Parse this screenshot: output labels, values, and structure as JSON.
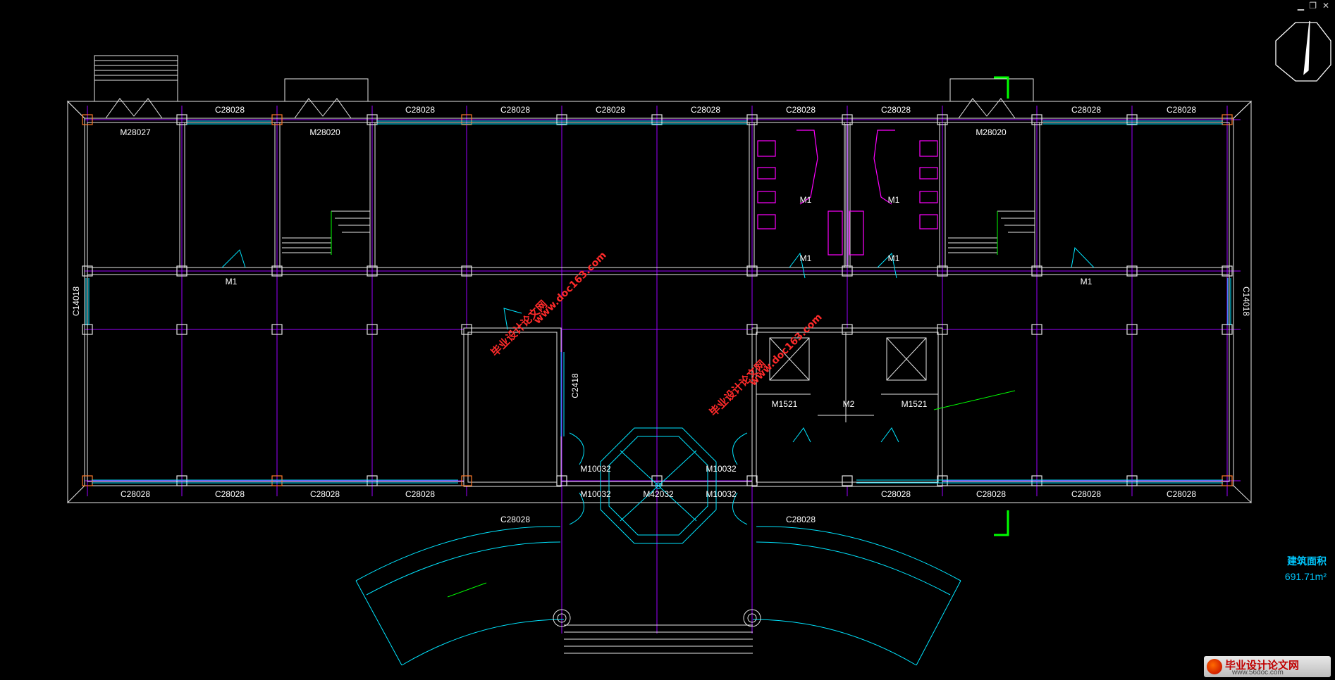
{
  "window_controls": {
    "minimize": "▁",
    "restore": "❐",
    "close": "✕"
  },
  "compass_icon": "north-arrow-icon",
  "colors": {
    "wall": "#e6e6e6",
    "axis": "#b400ff",
    "window": "#00e5ff",
    "door": "#ff00ff",
    "column": "#ff7a2a",
    "cyan": "#00ffff",
    "green": "#00ff00"
  },
  "labels": {
    "top_windows": [
      "C28028",
      "C28028",
      "C28028",
      "C28028",
      "C28028",
      "C28028",
      "C28028",
      "C28028",
      "C28028"
    ],
    "bottom_windows": [
      "C28028",
      "C28028",
      "C28028",
      "C28028",
      "C28028",
      "C28028",
      "C28028",
      "C28028"
    ],
    "porch_windows": [
      "C28028",
      "C28028"
    ],
    "top_doors": [
      "M28027",
      "M28020",
      "M28020"
    ],
    "m1": [
      "M1",
      "M1",
      "M1",
      "M1",
      "M1",
      "M1"
    ],
    "side_windows": [
      "C14018",
      "C14018"
    ],
    "c2418": "C2418",
    "m1521": [
      "M1521",
      "M1521"
    ],
    "m2": "M2",
    "m10032": [
      "M10032",
      "M10032",
      "M10032",
      "M10032"
    ],
    "m42032": "M42032"
  },
  "watermarks": {
    "cn": "毕业设计论文网",
    "url": "www.doc163.com"
  },
  "area": {
    "title": "建筑面积",
    "value": "691.71m²"
  },
  "logo": {
    "text": "毕业设计论文网",
    "url": "www.56doc.com"
  }
}
